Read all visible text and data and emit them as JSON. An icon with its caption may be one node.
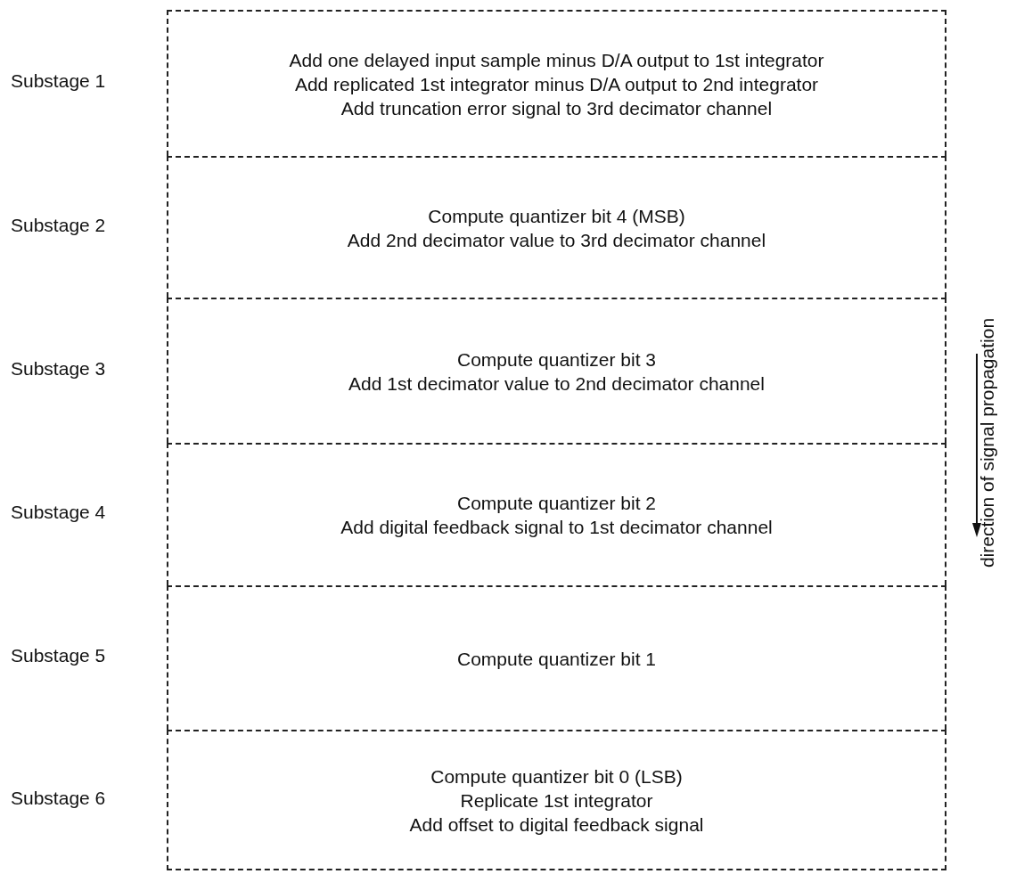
{
  "diagram": {
    "nodes": [
      {
        "text": [
          "Substage 1",
          "Add one delayed input sample minus D/A output to 1st integrator",
          "Add replicated 1st integrator minus D/A output to 2nd integrator",
          "Add truncation error signal to 3rd decimator channel"
        ]
      },
      {
        "text": [
          "Substage 2",
          "Compute quantizer bit 4 (MSB)",
          "Add 2nd decimator value to 3rd decimator channel"
        ]
      },
      {
        "text": [
          "Substage 3",
          "Compute quantizer bit 3",
          "Add 1st decimator value to 2nd decimator channel"
        ]
      },
      {
        "text": [
          "Substage 4",
          "Compute quantizer bit 2",
          "Add digital feedback signal to 1st decimator channel"
        ]
      },
      {
        "text": [
          "Substage 5",
          "Compute quantizer bit 1"
        ]
      },
      {
        "text": [
          "Substage 6",
          "Compute quantizer bit 0 (LSB)",
          "Replicate 1st integrator",
          "Add offset to digital feedback signal"
        ]
      }
    ],
    "labels": [
      "direction of signal propagation"
    ]
  }
}
